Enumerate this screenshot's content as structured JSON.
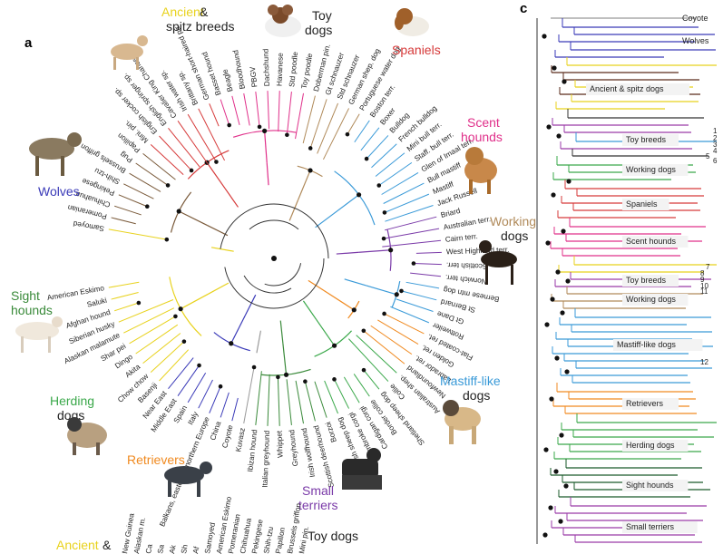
{
  "panels": {
    "a": "a",
    "c": "c"
  },
  "colors": {
    "ancient": "#e8d21c",
    "toy": "#7a5a3a",
    "spaniels": "#d63a3a",
    "scent": "#e0308a",
    "working": "#b08a5a",
    "mastiff": "#3a9ad8",
    "terriers": "#7a3aa8",
    "retrievers": "#f08a20",
    "herding": "#3aa84a",
    "sight": "#3a8a3a",
    "wolves": "#3a3ab8",
    "purple": "#9a3aa8",
    "darkgreen": "#1a5a2a",
    "grey": "#9a9a9a",
    "dark": "#222222"
  },
  "clade_labels": {
    "ancient_1": "Ancient",
    "ancient_amp": " &",
    "ancient_2": "spitz breeds",
    "toy_1": "Toy",
    "toy_2": "dogs",
    "spaniels": "Spaniels",
    "scent_1": "Scent",
    "scent_2": "hounds",
    "working_1": "Working",
    "working_2": "dogs",
    "mastiff_1": "Mastiff-like",
    "mastiff_2": "dogs",
    "terriers_1": "Small",
    "terriers_2": "terriers",
    "retrievers": "Retrievers",
    "herding_1": "Herding",
    "herding_2": "dogs",
    "sight_1": "Sight",
    "sight_2": "hounds",
    "wolves": "Wolves"
  },
  "leaves": [
    "Samoyed",
    "Pomeranian",
    "Chihuahua",
    "Pekingese",
    "Shih-tzu",
    "Brussels griffon",
    "Pug",
    "Papillon",
    "Mini. pin.",
    "English cocker sp.",
    "English springer sp.",
    "Cavalier King Charles sp.",
    "Irish water sp.",
    "Brittany sp.",
    "German short-haired ptr",
    "Basset hound",
    "Beagle",
    "Bloodhound",
    "PBGV",
    "Dachshund",
    "Havanese",
    "Std poodle",
    "Toy poodle",
    "Doberman pin.",
    "Gt schnauzer",
    "Std schnauzer",
    "German shep. dog",
    "Portuguese water dog",
    "Boston terr.",
    "Boxer",
    "Bulldog",
    "French bulldog",
    "Mini bull terr.",
    "Staff. bull terr.",
    "Glen of Imaal terr.",
    "Bull mastiff",
    "Mastiff",
    "Jack Russell",
    "Briard",
    "Australian terr.",
    "Cairn terr.",
    "West Highland terr.",
    "Scottish terr.",
    "Norwich terr.",
    "Bernese mtn dog",
    "St Bernard",
    "Gt Dane",
    "Rottweiler",
    "Flat-coated ret.",
    "Golden ret.",
    "Labrador ret.",
    "Newfoundland",
    "Australian shep.",
    "Collie",
    "Shetland sheep dog",
    "Border collie",
    "Cardigan corgi",
    "Pembroke corgi",
    "Old English sheep dog",
    "Borzoi",
    "Scottish deerhound",
    "Irish wolfhound",
    "Greyhound",
    "Whippet",
    "Italian greyhound",
    "Ibizan hound",
    "Kuvasz",
    "Coyote",
    "China",
    "Balkans, eastern & northern Europe",
    "Italy",
    "Spain",
    "Middle East",
    "Near East",
    "Basenji",
    "Chow chow",
    "Akita",
    "Dingo",
    "Shar pei",
    "Alaskan malamute",
    "Siberian husky",
    "Afghan hound",
    "Saluki",
    "American Eskimo"
  ],
  "panel_c": {
    "coyote": "Coyote",
    "wolves": "Wolves",
    "boxes": [
      "Ancient & spitz dogs",
      "Toy breeds",
      "Working dogs",
      "Spaniels",
      "Scent hounds",
      "Toy breeds",
      "Working dogs",
      "Mastiff-like dogs",
      "Retrievers",
      "Herding dogs",
      "Sight hounds",
      "Small terriers"
    ],
    "numbers": [
      "1",
      "2",
      "3",
      "4",
      "5",
      "6",
      "7",
      "8",
      "9",
      "10",
      "11",
      "12"
    ]
  },
  "bottom_partial": {
    "ancient": "Ancient",
    "amp": "&",
    "toy_dogs": "Toy dogs",
    "fragments": [
      "New Guinea",
      "Alaskan m.",
      "Ca",
      "Sa",
      "Ak",
      "Sh",
      "Af",
      "Samoyed",
      "American Eskimo",
      "Pomeranian",
      "Chihuahua",
      "Pekingese",
      "Shih-tzu",
      "Papillon",
      "Brussels griffon",
      "Mini pin."
    ]
  }
}
